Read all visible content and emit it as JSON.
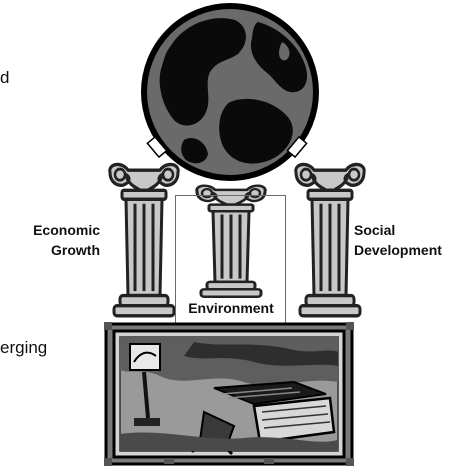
{
  "left_text_top": "d",
  "left_text_bottom": "erging",
  "pillars": [
    {
      "id": "economic",
      "label_lines": [
        "Economic",
        "Growth"
      ]
    },
    {
      "id": "environment",
      "label_lines": [
        "Environment"
      ]
    },
    {
      "id": "social",
      "label_lines": [
        "Social",
        "Development"
      ]
    }
  ],
  "icons": {
    "globe": "globe-icon",
    "pillar": "ionic-column-icon",
    "scene": "computer-scene-icon"
  },
  "colors": {
    "land": "#0a0a0a",
    "ocean": "#6a6a6a",
    "pillar_fill": "#c8c8c8",
    "pillar_stroke": "#222222",
    "frame": "#3c3c3c"
  }
}
